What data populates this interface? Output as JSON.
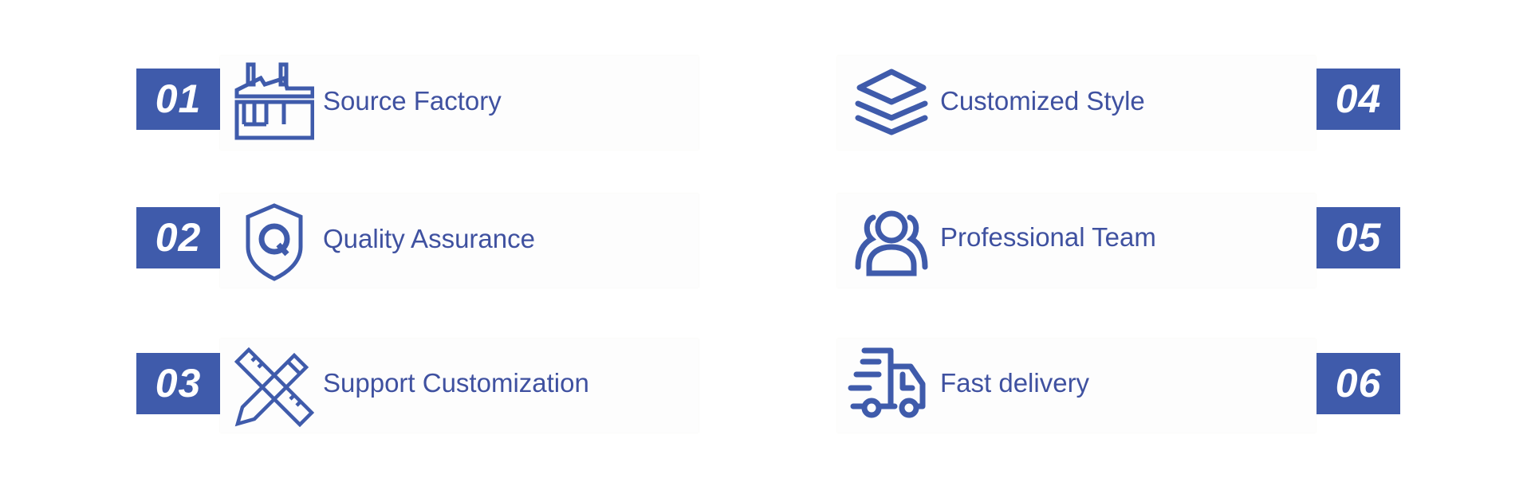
{
  "accent_color": "#3f5bab",
  "features": [
    {
      "number": "01",
      "label": "Source Factory",
      "icon": "factory-icon"
    },
    {
      "number": "02",
      "label": "Quality Assurance",
      "icon": "quality-shield-icon"
    },
    {
      "number": "03",
      "label": "Support Customization",
      "icon": "ruler-pencil-icon"
    },
    {
      "number": "04",
      "label": "Customized Style",
      "icon": "layers-icon"
    },
    {
      "number": "05",
      "label": "Professional Team",
      "icon": "team-icon"
    },
    {
      "number": "06",
      "label": "Fast delivery",
      "icon": "delivery-truck-icon"
    }
  ]
}
